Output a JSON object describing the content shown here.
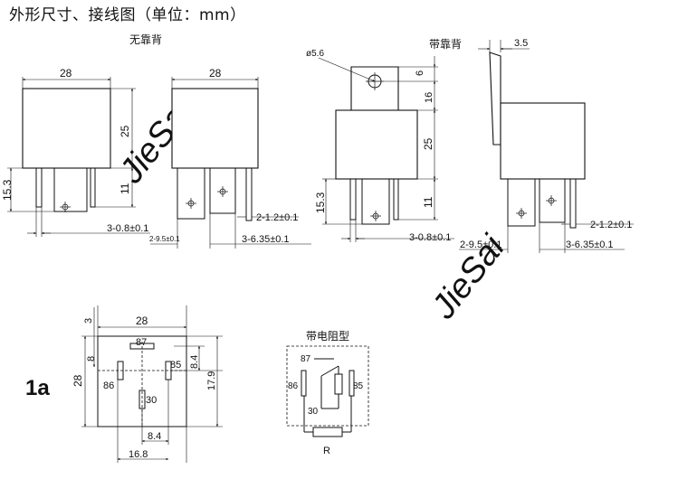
{
  "header": {
    "title": "外形尺寸、接线图（单位：mm）"
  },
  "watermark": "JieSai",
  "views": {
    "no_bracket": {
      "label": "无靠背",
      "front": {
        "width": "28",
        "height": "25",
        "bottom": "15.3",
        "pin_len": "11"
      },
      "side": {
        "width": "28",
        "pin_thick": "2-1.2±0.1",
        "pin_width": "3-0.8±0.1",
        "pin_w2": "2-9.5±0.1",
        "pin_w3": "3-6.35±0.1"
      }
    },
    "with_bracket": {
      "label": "带靠背",
      "front": {
        "hole": "ø5.6",
        "top": "6",
        "bracket": "16",
        "height": "25",
        "bottom": "15.3",
        "pin_len": "11",
        "pin_width": "3-0.8±0.1"
      },
      "side": {
        "thick": "3.5",
        "pin_thick": "2-1.2±0.1",
        "pin_w2": "2-9.5±0.1",
        "pin_w3": "3-6.35±0.1"
      }
    }
  },
  "footprint": {
    "model": "1a",
    "top_dim": "28",
    "left_dim": "28",
    "offset": "3",
    "d8": "8",
    "d84": "8.4",
    "d179": "17.9",
    "b84": "8.4",
    "b168": "16.8",
    "pins": {
      "p87": "87",
      "p85": "85",
      "p86": "86",
      "p30": "30"
    }
  },
  "schematic": {
    "title": "带电阻型",
    "pins": {
      "p87": "87",
      "p86": "86",
      "p85": "85",
      "p30": "30"
    },
    "resistor": "R"
  },
  "colors": {
    "line": "#111111",
    "background": "#ffffff",
    "watermark": "#e9e9e9"
  }
}
